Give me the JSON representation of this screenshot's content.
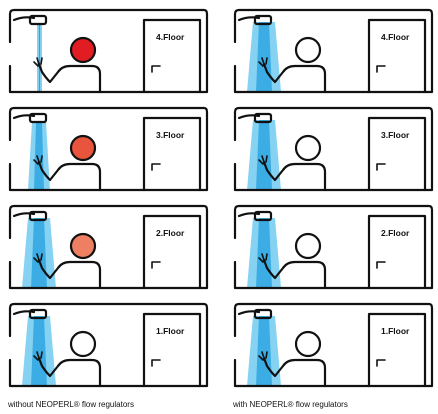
{
  "colors": {
    "water": "#2ea7e0",
    "water_light": "#7fd0f2",
    "line": "#111111",
    "background": "#ffffff"
  },
  "captions": {
    "left": "without NEOPERL® flow regulators",
    "right": "with NEOPERL® flow regulators"
  },
  "columns": [
    {
      "id": "without",
      "rows": [
        {
          "floor_label": "4.Floor",
          "water_flow": "weak",
          "head_color": "#e11c22"
        },
        {
          "floor_label": "3.Floor",
          "water_flow": "medium",
          "head_color": "#e8553c"
        },
        {
          "floor_label": "2.Floor",
          "water_flow": "strong",
          "head_color": "#ef7f63"
        },
        {
          "floor_label": "1.Floor",
          "water_flow": "strong",
          "head_color": "#ffffff"
        }
      ]
    },
    {
      "id": "with",
      "rows": [
        {
          "floor_label": "4.Floor",
          "water_flow": "regulated",
          "head_color": "#ffffff"
        },
        {
          "floor_label": "3.Floor",
          "water_flow": "regulated",
          "head_color": "#ffffff"
        },
        {
          "floor_label": "2.Floor",
          "water_flow": "regulated",
          "head_color": "#ffffff"
        },
        {
          "floor_label": "1.Floor",
          "water_flow": "regulated",
          "head_color": "#ffffff"
        }
      ]
    }
  ]
}
